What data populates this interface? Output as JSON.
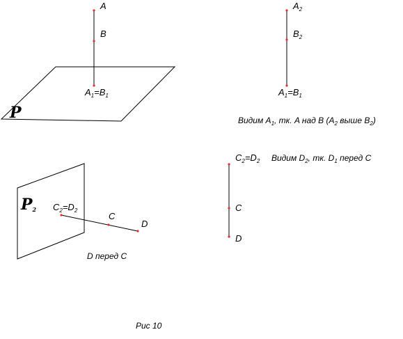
{
  "colors": {
    "line": "#000000",
    "point": "#e03030",
    "background": "#ffffff"
  },
  "top_left": {
    "label_a": "A",
    "label_b": "B",
    "label_a1": "A",
    "sub_a1": "1",
    "label_eq": "=B",
    "sub_b1": "1",
    "plane_glyph": "P"
  },
  "top_right": {
    "label_a2": "A",
    "sub_a2": "2",
    "label_b2": "B",
    "sub_b2": "2",
    "label_a1": "A",
    "sub_a1": "1",
    "label_eq": "=B",
    "sub_b1": "1",
    "caption_pre": "Видим A",
    "caption_sub1": "1",
    "caption_mid": ", тк. A над B (A",
    "caption_sub2": "2",
    "caption_mid2": " выше B",
    "caption_sub3": "2",
    "caption_end": ")"
  },
  "bottom_left": {
    "plane_glyph": "P",
    "plane_sub": "2",
    "label_c2": "C",
    "sub_c2": "2",
    "label_eq": "=D",
    "sub_d2": "2",
    "label_c": "C",
    "label_d": "D",
    "caption": "D перед C"
  },
  "bottom_right": {
    "label_c2": "C",
    "sub_c2": "2",
    "label_eq": "=D",
    "sub_d2": "2",
    "label_c": "C",
    "label_d": "D",
    "caption_pre": "Видим D",
    "caption_sub1": "2",
    "caption_mid": ", тк. D",
    "caption_sub2": "1",
    "caption_end": " перед C"
  },
  "figure_caption": "Рис 10"
}
